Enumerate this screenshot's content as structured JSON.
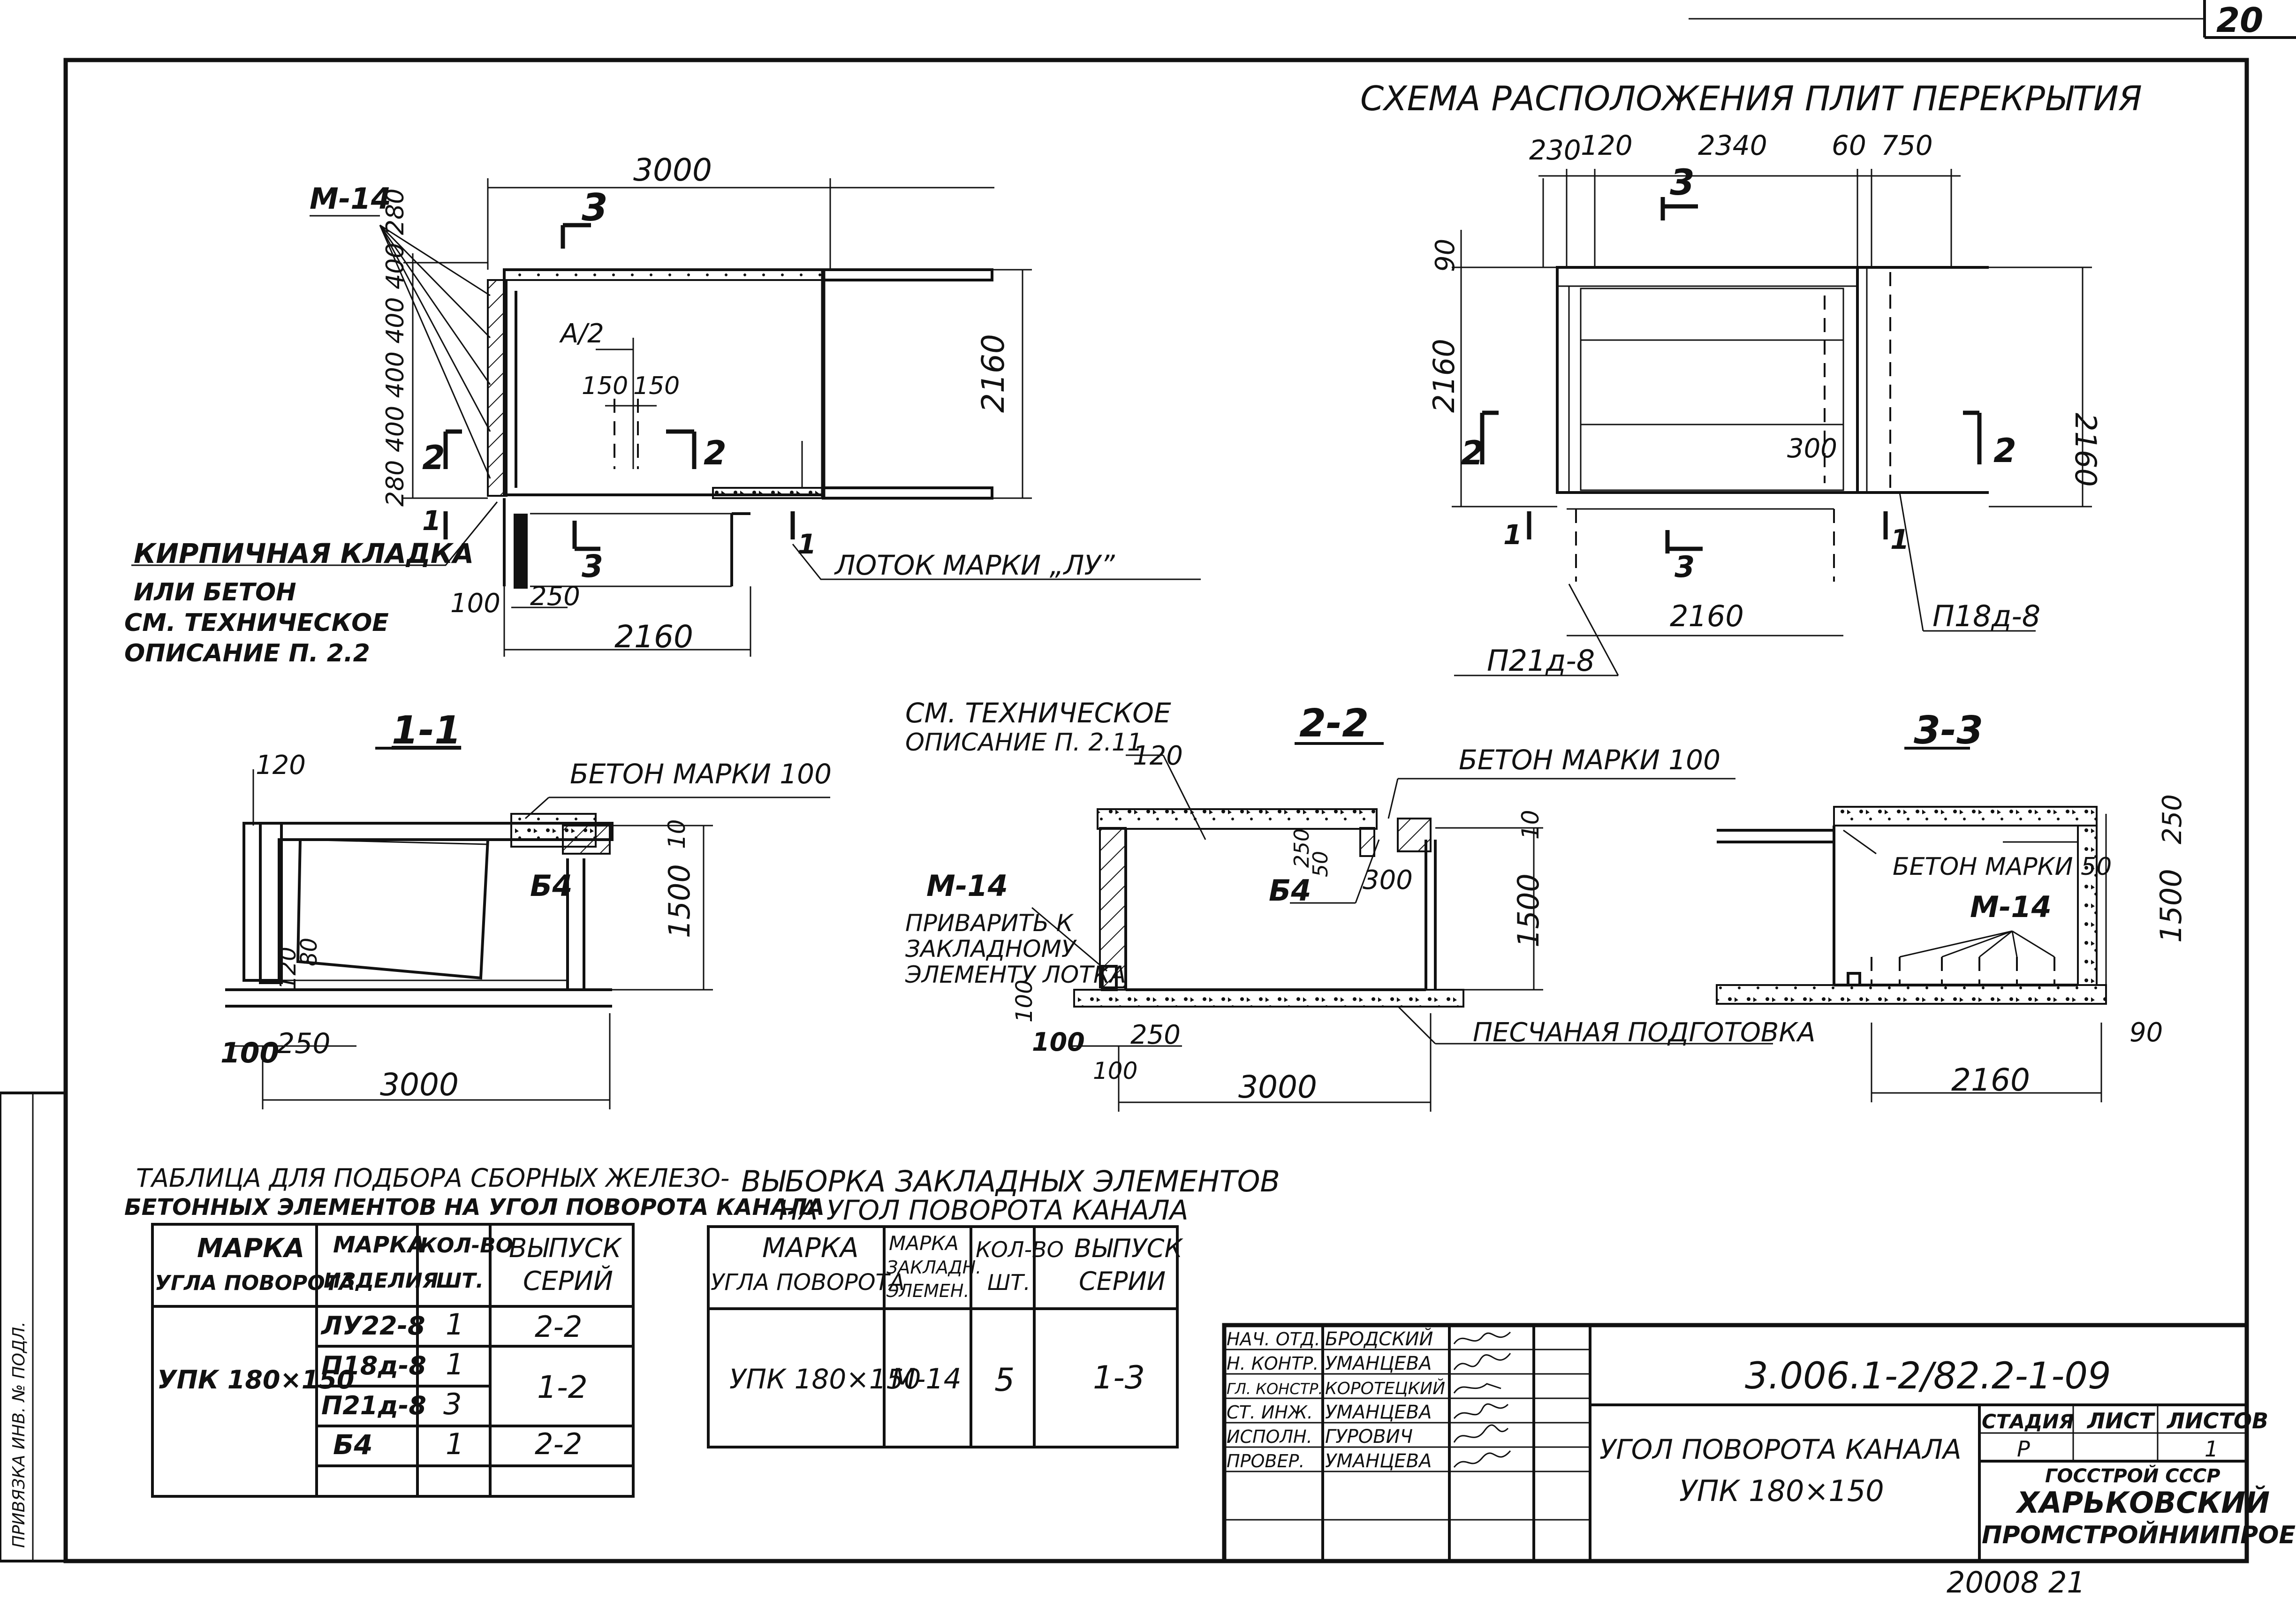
{
  "page_number": "20",
  "archive_number": "20008 21",
  "plan": {
    "scheme_title": "СХЕМА РАСПОЛОЖЕНИЯ ПЛИТ ПЕРЕКРЫТИЯ",
    "left_dims": {
      "top": "3000",
      "right": "2160",
      "bottom": "2160",
      "b100": "100",
      "b250": "250",
      "a2": "A/2",
      "d150a": "150",
      "d150b": "150",
      "left_stack": "280 400 400 400 400 280"
    },
    "left_labels": {
      "m14": "М-14",
      "cut3a": "3",
      "cut3b": "3",
      "cut2a": "2",
      "cut2b": "2",
      "cut1a": "1",
      "cut1b": "1",
      "brick": "КИРПИЧНАЯ КЛАДКА",
      "brick2": "ИЛИ БЕТОН",
      "brick3": "СМ. ТЕХНИЧЕСКОЕ",
      "brick4": "ОПИСАНИЕ П. 2.2",
      "tray": "ЛОТОК МАРКИ „ЛУ”"
    },
    "right_dims": {
      "d230": "230",
      "d120": "120",
      "d2340": "2340",
      "d60": "60",
      "d750": "750",
      "d90": "90",
      "left2160": "2160",
      "right2160": "2160",
      "bot2160": "2160",
      "d300": "300"
    },
    "right_labels": {
      "cut3a": "3",
      "cut3b": "3",
      "cut2a": "2",
      "cut2b": "2",
      "cut1a": "1",
      "cut1b": "1",
      "p21": "П21д-8",
      "p18": "П18д-8"
    }
  },
  "sections": {
    "s1": {
      "title": "1-1",
      "d120": "120",
      "concrete": "БЕТОН МАРКИ 100",
      "b4": "Б4",
      "d10": "10",
      "d1500": "1500",
      "d120b": "120",
      "d80": "80",
      "d100": "100",
      "d250": "250",
      "d3000": "3000"
    },
    "s2": {
      "title": "2-2",
      "note1": "СМ. ТЕХНИЧЕСКОЕ",
      "note2": "ОПИСАНИЕ П. 2.11",
      "d120": "120",
      "concrete": "БЕТОН МАРКИ 100",
      "d10": "10",
      "d250": "250",
      "d50": "50",
      "b4": "Б4",
      "d300": "300",
      "d1500": "1500",
      "m14": "М-14",
      "weld1": "ПРИВАРИТЬ К",
      "weld2": "ЗАКЛАДНОМУ",
      "weld3": "ЭЛЕМЕНТУ ЛОТКА",
      "d100a": "100",
      "d100b": "100",
      "d100c": "100",
      "d250b": "250",
      "d3000": "3000",
      "sand": "ПЕСЧАНАЯ ПОДГОТОВКА"
    },
    "s3": {
      "title": "3-3",
      "d250": "250",
      "concrete": "БЕТОН МАРКИ 50",
      "d1500": "1500",
      "m14": "М-14",
      "d90": "90",
      "d2160": "2160"
    }
  },
  "table1": {
    "title1": "ТАБЛИЦА ДЛЯ ПОДБОРА СБОРНЫХ ЖЕЛЕЗО-",
    "title2": "БЕТОННЫХ ЭЛЕМЕНТОВ НА УГОЛ ПОВОРОТА КАНАЛА",
    "h_mark1": "МАРКА",
    "h_mark2": "УГЛА ПОВОРОТА",
    "h_item1": "МАРКА",
    "h_item2": "ИЗДЕЛИЯ",
    "h_qty1": "КОЛ-ВО",
    "h_qty2": "ШТ.",
    "h_ser1": "ВЫПУСК",
    "h_ser2": "СЕРИЙ",
    "mark": "УПК 180×150",
    "rows": [
      {
        "item": "ЛУ22-8",
        "qty": "1",
        "ser": "2-2"
      },
      {
        "item": "П18д-8",
        "qty": "1",
        "ser": "1-2"
      },
      {
        "item": "П21д-8",
        "qty": "3",
        "ser": ""
      },
      {
        "item": "Б4",
        "qty": "1",
        "ser": "2-2"
      }
    ]
  },
  "table2": {
    "title1": "ВЫБОРКА ЗАКЛАДНЫХ ЭЛЕМЕНТОВ",
    "title2": "НА УГОЛ ПОВОРОТА КАНАЛА",
    "h_mark1": "МАРКА",
    "h_mark2": "УГЛА ПОВОРОТА",
    "h_emb1": "МАРКА",
    "h_emb2": "ЗАКЛАДН.",
    "h_emb3": "ЭЛЕМЕН.",
    "h_qty1": "КОЛ-ВО",
    "h_qty2": "ШТ.",
    "h_ser1": "ВЫПУСК",
    "h_ser2": "СЕРИИ",
    "mark": "УПК 180×150",
    "emb": "М-14",
    "qty": "5",
    "ser": "1-3"
  },
  "stamp": {
    "roles": [
      "НАЧ. ОТД.",
      "Н. КОНТР.",
      "ГЛ. КОНСТР.",
      "СТ. ИНЖ.",
      "ИСПОЛН.",
      "ПРОВЕР."
    ],
    "names": [
      "БРОДСКИЙ",
      "УМАНЦЕВА",
      "КОРОТЕЦКИЙ",
      "УМАНЦЕВА",
      "ГУРОВИЧ",
      "УМАНЦЕВА"
    ],
    "code": "3.006.1-2/82.2-1-09",
    "name1": "УГОЛ ПОВОРОТА КАНАЛА",
    "name2": "УПК 180×150",
    "h_stage": "СТАДИЯ",
    "h_sheet": "ЛИСТ",
    "h_sheets": "ЛИСТОВ",
    "stage": "Р",
    "sheet": "1",
    "org1": "ГОССТРОЙ СССР",
    "org2": "ХАРЬКОВСКИЙ",
    "org3": "ПРОМСТРОЙНИИПРОЕКТ"
  },
  "side_strip": "ПРИВЯЗКА ИНВ. № ПОДЛ."
}
